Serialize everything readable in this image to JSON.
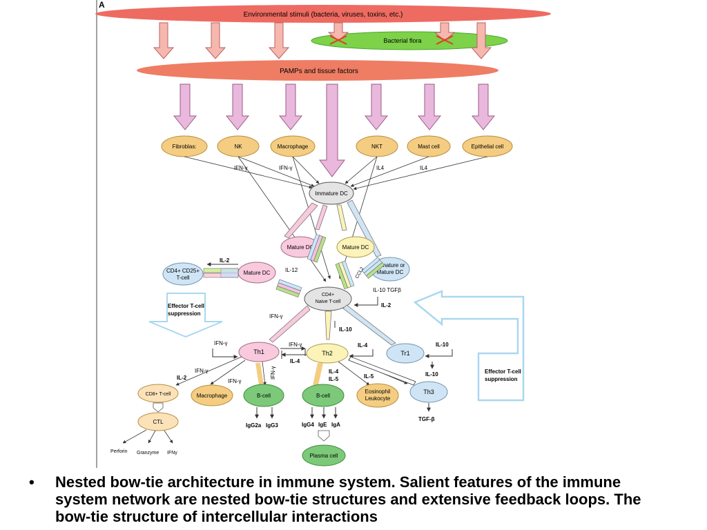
{
  "panel_label": "A",
  "bands": {
    "environmental": "Environmental stimuli (bacteria, viruses, toxins, etc.)",
    "flora": "Bacterial flora",
    "pamps": "PAMPs and tissue factors"
  },
  "cells": {
    "fibroblast": "Fibroblas:",
    "nk": "NK",
    "macrophage_top": "Macrophage",
    "nkt": "NKT",
    "mast": "Mast cell",
    "epithelial": "Epithelial cell",
    "immature_dc": "Immature DC",
    "mature_dc_left": "Mature DC",
    "mature_dc_right": "Mature DC",
    "mature_dc_mid": "Mature DC",
    "immature_or_mature_dc": [
      "Immature or",
      "Mature DC"
    ],
    "treg": [
      "CD4+ CD25+",
      "T-cell"
    ],
    "naive": [
      "CD4+",
      "Naive T-cell"
    ],
    "th1": "Th1",
    "th2": "Th2",
    "tr1": "Tr1",
    "th3": "Th3",
    "cd8": "CD8+ T-cell",
    "ctl": "CTL",
    "macrophage_bottom": "Macrophage",
    "bcell1": "B-cell",
    "bcell2": "B-cell",
    "eosinophil": [
      "Eosinophil",
      "Leukocyte"
    ],
    "plasma": "Plasma cell"
  },
  "labels": {
    "ifng1": "IFN-γ",
    "ifng2": "IFN-γ",
    "il4a": "IL4",
    "il4b": "IL4",
    "il2_top": "IL-2",
    "il12": "IL-12",
    "il10_tgfb": "IL-10  TGFβ",
    "il2_right": "IL-2",
    "ifng_naive": "IFN-γ",
    "il10_mid": "IL-10",
    "ifng_th1_in": "IFN-γ",
    "ifng_th1_th2": "IFN-γ",
    "il4_th2_th1": "IL-4",
    "il4_th2_in": "IL-4",
    "il10_tr1_in": "IL-10",
    "il10_tr1_out": "IL-10",
    "ifng_cd8": "IFN-γ",
    "il2_cd8": "IL-2",
    "ifng_mac": "IFN-γ",
    "ifng_vert": "IFN-γ",
    "il4_il5": [
      "IL-4",
      "IL-5"
    ],
    "il5": "IL-5",
    "igg2a": "IgG2a",
    "igg3": "IgG3",
    "igg4": "IgG4",
    "ige": "IgE",
    "iga": "IgA",
    "tgfb": "TGF-β",
    "perforin": "Perforin",
    "granzyme": "Granzyme",
    "ifng_ctl": "IFNγ",
    "ccl2": "CCL2",
    "effector_left": [
      "Effector T-cell",
      "suppression"
    ],
    "effector_right": [
      "Effector T-cell",
      "suppression"
    ]
  },
  "caption": {
    "bullet": "•",
    "text": "Nested bow-tie architecture in immune system. Salient features of the immune system network are nested bow-tie structures and extensive feedback loops. The bow-tie structure of intercellular interactions"
  },
  "colors": {
    "band_red": "#ee6b62",
    "flora_green": "#7dd24a",
    "arrow_pink": "#f6b7ae",
    "arrow_lilac": "#e9b8dc",
    "cell_orange": "#f4cd82",
    "cell_green": "#7cc97a",
    "cell_pink": "#f9c9dd",
    "cell_yellow": "#fbf3b8",
    "cell_blue": "#cfe5f5",
    "effector_blue": "#a9d8ef"
  }
}
